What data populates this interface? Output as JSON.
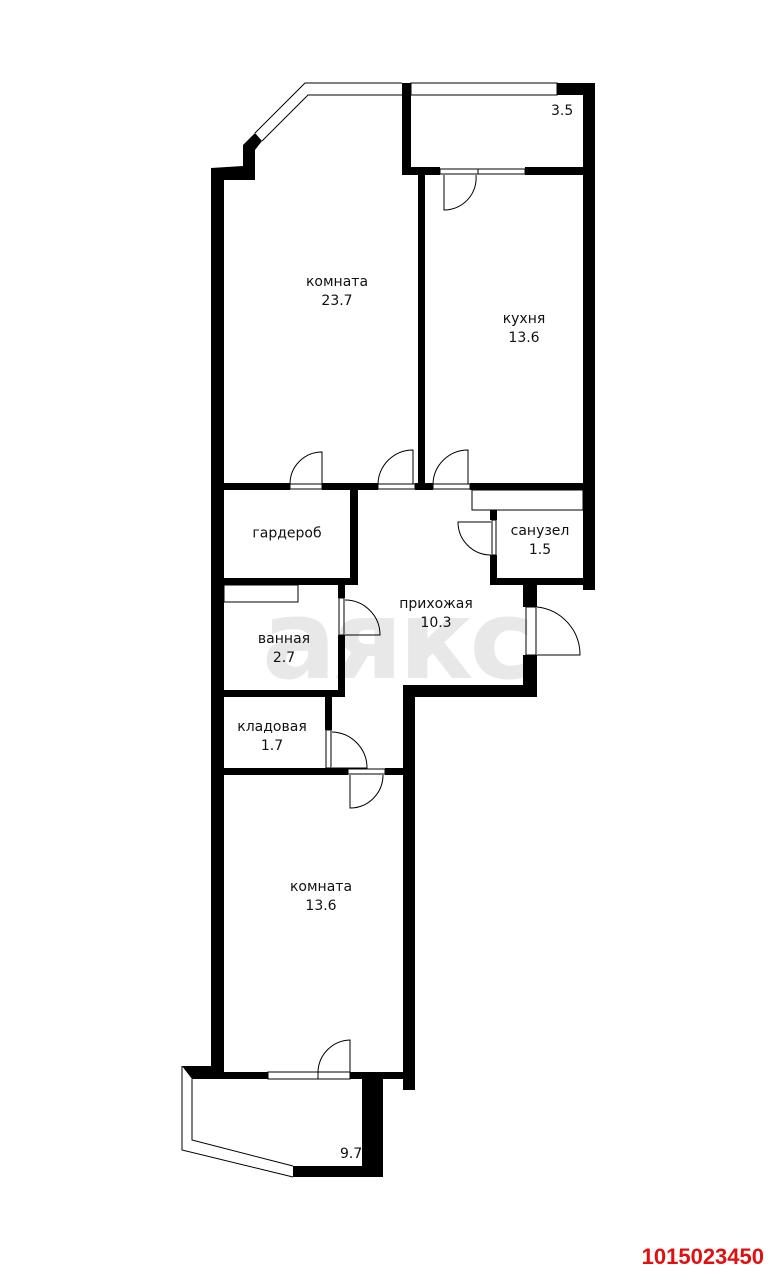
{
  "watermark": "аякс",
  "listing_id": "1015023450",
  "id_color": "#e01010",
  "rooms": [
    {
      "name": "комната",
      "area": "23.7"
    },
    {
      "name": "кухня",
      "area": "13.6"
    },
    {
      "name": "гардероб",
      "area": ""
    },
    {
      "name": "санузел",
      "area": "1.5"
    },
    {
      "name": "прихожая",
      "area": "10.3"
    },
    {
      "name": "ванная",
      "area": "2.7"
    },
    {
      "name": "кладовая",
      "area": "1.7"
    },
    {
      "name": "комната",
      "area": "13.6"
    }
  ],
  "loggia_area": "3.5",
  "balcony_area": "9.7"
}
